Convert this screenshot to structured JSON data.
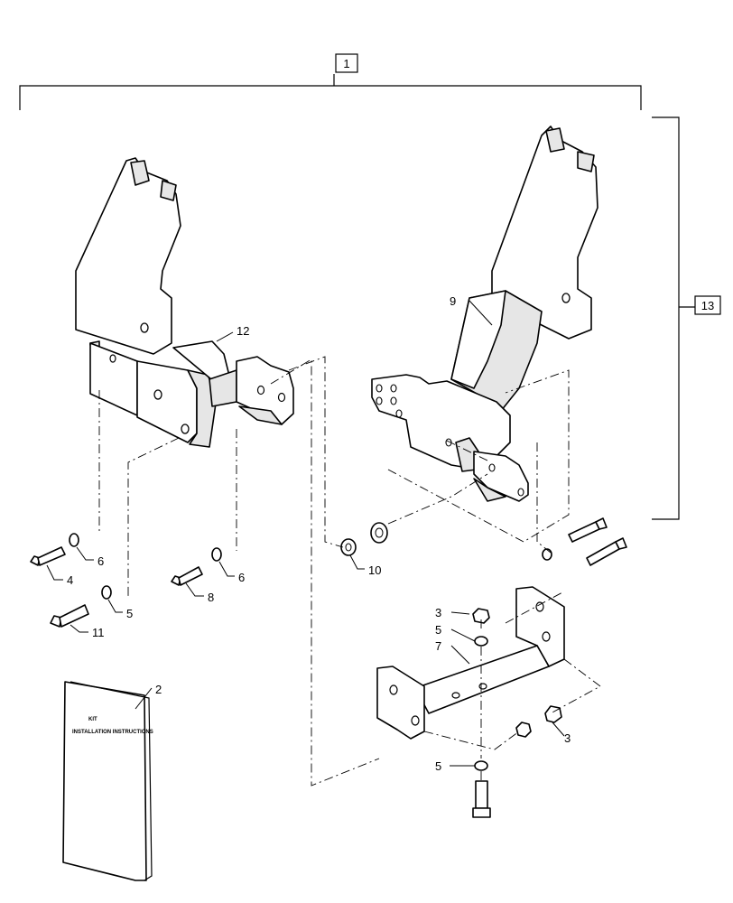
{
  "callouts": {
    "c1": "1",
    "c2": "2",
    "c3a": "3",
    "c3b": "3",
    "c4": "4",
    "c5a": "5",
    "c5b": "5",
    "c5c": "5",
    "c6a": "6",
    "c6b": "6",
    "c7": "7",
    "c8": "8",
    "c9": "9",
    "c10": "10",
    "c11": "11",
    "c12": "12",
    "c13": "13"
  },
  "manual": {
    "line1": "INSTALLATION INSTRUCTIONS",
    "line2": "KIT"
  }
}
